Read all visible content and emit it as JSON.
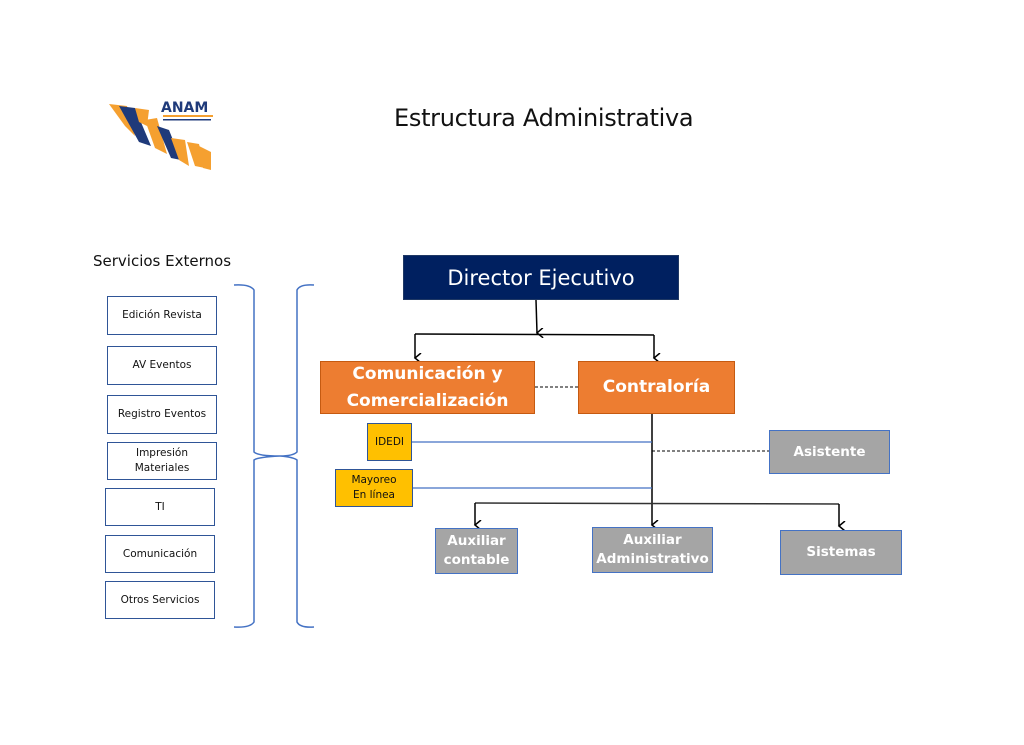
{
  "page": {
    "title": "Estructura Administrativa"
  },
  "logo": {
    "text": "ANAM",
    "colors": {
      "orange": "#f5a030",
      "navy": "#1f3a7a"
    }
  },
  "external_services": {
    "header": "Servicios Externos",
    "items": [
      {
        "label": "Edición Revista"
      },
      {
        "label": "AV Eventos"
      },
      {
        "label": "Registro Eventos"
      },
      {
        "label": "Impresión Materiales"
      },
      {
        "label": "TI"
      },
      {
        "label": "Comunicación"
      },
      {
        "label": "Otros Servicios"
      }
    ]
  },
  "org_chart": {
    "director": {
      "label": "Director Ejecutivo"
    },
    "comunicacion": {
      "label": "Comunicación y Comercialización"
    },
    "contraloria": {
      "label": "Contraloría"
    },
    "idedi": {
      "label": "IDEDI"
    },
    "mayoreo": {
      "label": "Mayoreo En línea"
    },
    "asistente": {
      "label": "Asistente"
    },
    "auxiliar_contable": {
      "label": "Auxiliar contable"
    },
    "auxiliar_administrativo": {
      "label": "Auxiliar Administrativo"
    },
    "sistemas": {
      "label": "Sistemas"
    }
  },
  "colors": {
    "director": "#002060",
    "orange": "#ed7d31",
    "yellow": "#ffc000",
    "gray": "#a5a5a5",
    "border_blue": "#2f5597"
  }
}
